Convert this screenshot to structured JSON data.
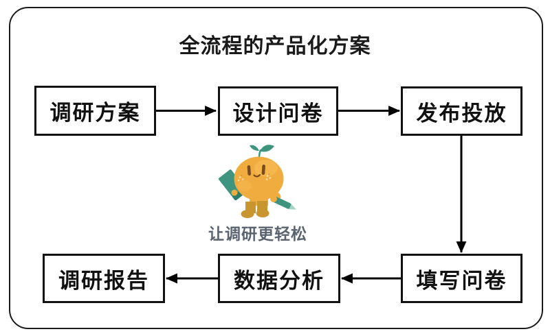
{
  "diagram": {
    "title": "全流程的产品化方案",
    "tagline": "让调研更轻松",
    "steps": [
      {
        "label": "调研方案"
      },
      {
        "label": "设计问卷"
      },
      {
        "label": "发布投放"
      },
      {
        "label": "填写问卷"
      },
      {
        "label": "数据分析"
      },
      {
        "label": "调研报告"
      }
    ]
  },
  "icons": {
    "mascot": "orange-fruit-mascot-with-clipboard-and-pencil"
  },
  "colors": {
    "background": "#ffffff",
    "frame_border": "#1a1a1a",
    "box_border": "#111111",
    "arrow": "#000000",
    "title_text": "#1a1a1a",
    "tagline_text": "#5a6370",
    "mascot_orange": "#f1ac40",
    "mascot_orange_light": "#f6ba52",
    "mascot_teal": "#3f947f",
    "mascot_teal_dark": "#2e7d6a",
    "mascot_pencil_tip": "#a8d4c5",
    "mascot_boot_brown": "#c9952f",
    "mascot_face_brown": "#7a4b1d",
    "mascot_freckle": "#f8dda4",
    "mascot_speck": "#c08a33"
  }
}
